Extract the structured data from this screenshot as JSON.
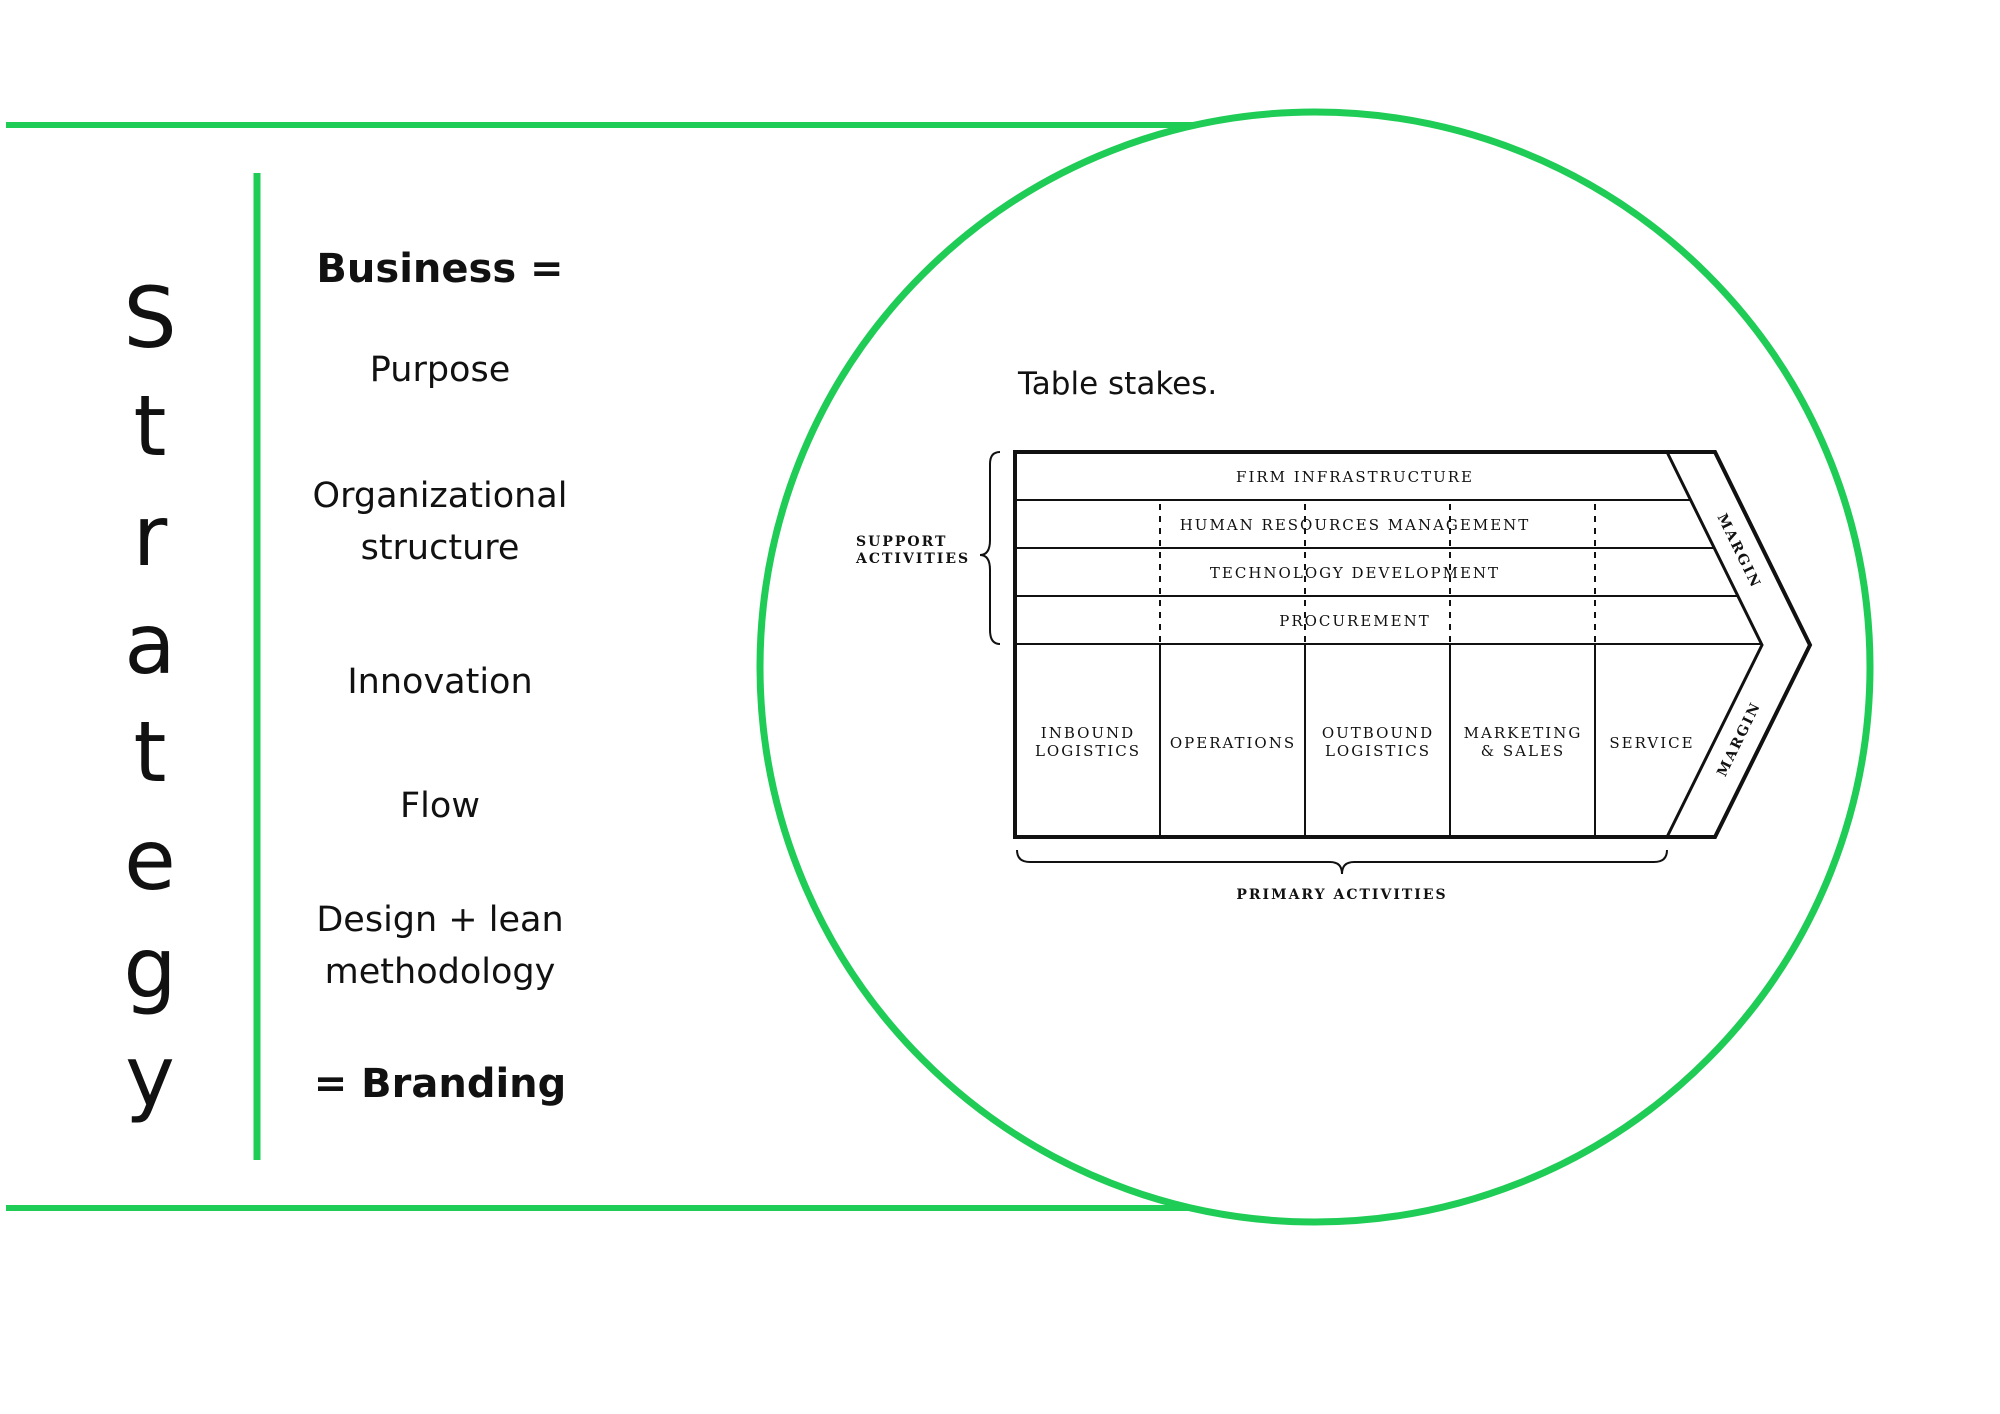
{
  "colors": {
    "accent_green": "#1fcc56",
    "ink": "#111111",
    "background": "#ffffff"
  },
  "strategy_letters": [
    "S",
    "t",
    "r",
    "a",
    "t",
    "e",
    "g",
    "y"
  ],
  "business_list": {
    "heading": "Business =",
    "items": [
      "Purpose",
      "Organizational structure",
      "Innovation",
      "Flow",
      "Design + lean methodology"
    ],
    "footer": "= Branding"
  },
  "table_stakes": "Table stakes.",
  "value_chain": {
    "support_label_line1": "SUPPORT",
    "support_label_line2": "ACTIVITIES",
    "support_rows": [
      "FIRM INFRASTRUCTURE",
      "HUMAN RESOURCES MANAGEMENT",
      "TECHNOLOGY DEVELOPMENT",
      "PROCUREMENT"
    ],
    "primary_columns": [
      {
        "line1": "INBOUND",
        "line2": "LOGISTICS"
      },
      {
        "line1": "OPERATIONS",
        "line2": ""
      },
      {
        "line1": "OUTBOUND",
        "line2": "LOGISTICS"
      },
      {
        "line1": "MARKETING",
        "line2": "& SALES"
      },
      {
        "line1": "SERVICE",
        "line2": ""
      }
    ],
    "margin_top": "MARGIN",
    "margin_bottom": "MARGIN",
    "primary_label": "PRIMARY ACTIVITIES"
  }
}
